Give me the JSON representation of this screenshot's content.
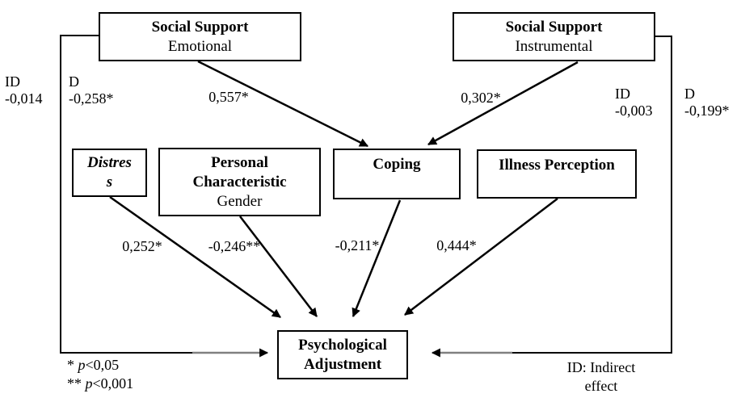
{
  "diagram": {
    "boxes": {
      "ss_emotional": {
        "title": "Social Support",
        "subtitle": "Emotional"
      },
      "ss_instrumental": {
        "title": "Social Support",
        "subtitle": "Instrumental"
      },
      "distress": {
        "line1": "Distres",
        "line2": "s"
      },
      "personal": {
        "title_line1": "Personal",
        "title_line2": "Characteristic",
        "subtitle": "Gender"
      },
      "coping": {
        "title": "Coping"
      },
      "illness": {
        "title": "Illness Perception"
      },
      "psych_adjustment": {
        "line1": "Psychological",
        "line2": "Adjustment"
      }
    },
    "coefficients": {
      "emotional_to_coping": "0,557*",
      "instrumental_to_coping": "0,302*",
      "distress_to_adjustment": "0,252*",
      "personal_to_adjustment": "-0,246**",
      "coping_to_adjustment": "-0,211*",
      "illness_to_adjustment": "0,444*"
    },
    "effects": {
      "left": {
        "id_label": "ID",
        "id_value": "-0,014",
        "d_label": "D",
        "d_value": "-0,258*"
      },
      "right": {
        "id_label": "ID",
        "id_value": "-0,003",
        "d_label": "D",
        "d_value": "-0,199*"
      }
    },
    "legend": {
      "sig1": {
        "stars": "*",
        "p": "p",
        "rest": "<0,05"
      },
      "sig2": {
        "stars": "**",
        "p": "p",
        "rest": "<0,001"
      },
      "id_note_line1": "ID: Indirect",
      "id_note_line2": "effect"
    },
    "colors": {
      "line": "#000000",
      "gray_segment": "#808080",
      "box_border": "#000000",
      "background": "#ffffff",
      "text": "#000000"
    }
  }
}
